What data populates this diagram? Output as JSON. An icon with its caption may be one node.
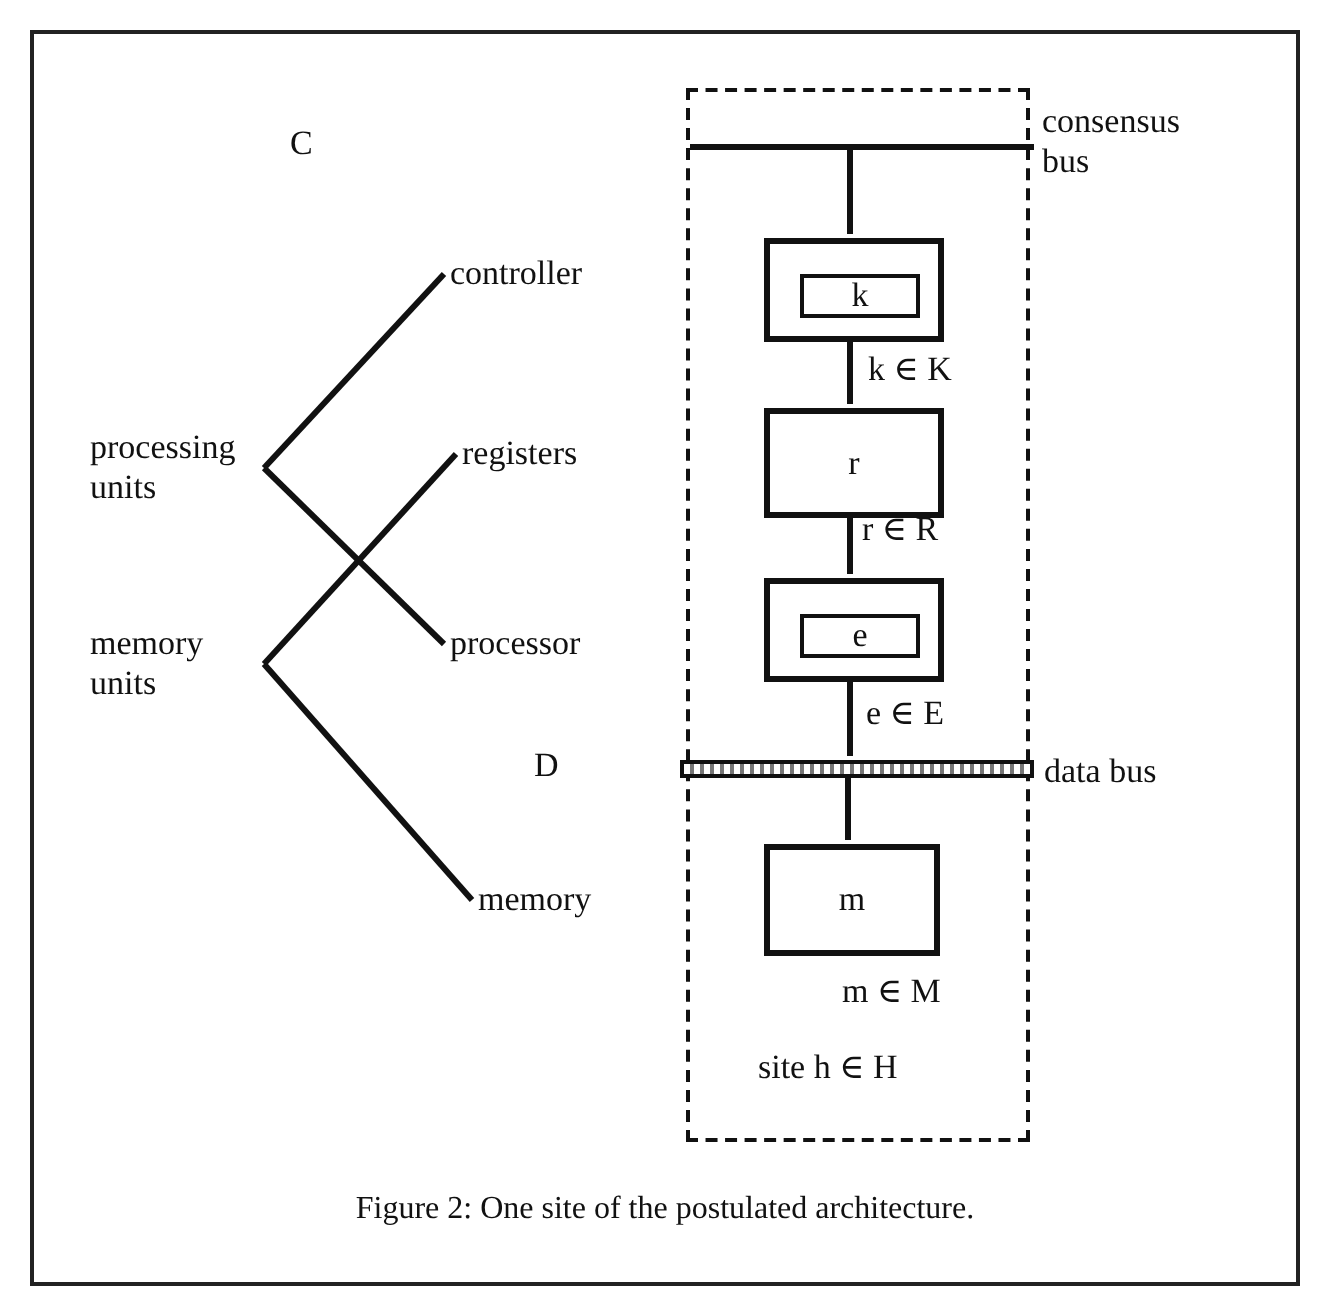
{
  "diagram": {
    "caption": "Figure 2: One site of the postulated architecture.",
    "nodes": [
      {
        "text": [
          "site h ∈ H"
        ]
      },
      {
        "text": [
          "consensus bus"
        ],
        "in": 0
      },
      {
        "text": [],
        "shape": "box",
        "beside": [
          "k ∈ K"
        ],
        "in": 0
      },
      {
        "text": [
          "k"
        ],
        "in": 2
      },
      {
        "text": [
          "r"
        ],
        "beside": [
          "r ∈ R"
        ],
        "in": 0
      },
      {
        "text": [],
        "shape": "box",
        "beside": [
          "e ∈ E"
        ],
        "in": 0
      },
      {
        "text": [
          "e"
        ],
        "in": 5
      },
      {
        "text": [
          "data bus"
        ],
        "in": 0
      },
      {
        "text": [
          "m"
        ],
        "beside": [
          "m ∈ M"
        ],
        "in": 0
      },
      {
        "text": [
          "processing units"
        ]
      },
      {
        "text": [
          "memory units"
        ]
      },
      {
        "text": [
          "controller"
        ]
      },
      {
        "text": [
          "registers"
        ]
      },
      {
        "text": [
          "processor"
        ]
      },
      {
        "text": [
          "memory"
        ]
      }
    ],
    "edges": [
      {
        "from": 1,
        "to": 2,
        "arrow": "none"
      },
      {
        "from": 2,
        "to": 4,
        "arrow": "none"
      },
      {
        "from": 4,
        "to": 5,
        "arrow": "none"
      },
      {
        "from": 5,
        "to": 7,
        "arrow": "none"
      },
      {
        "from": 7,
        "to": 8,
        "arrow": "none"
      },
      {
        "from": 9,
        "to": 11,
        "arrow": "none"
      },
      {
        "from": 9,
        "to": 13,
        "arrow": "none"
      },
      {
        "from": 10,
        "to": 12,
        "arrow": "none"
      },
      {
        "from": 10,
        "to": 14,
        "arrow": "none"
      }
    ],
    "labels": [
      "C",
      "D"
    ]
  }
}
